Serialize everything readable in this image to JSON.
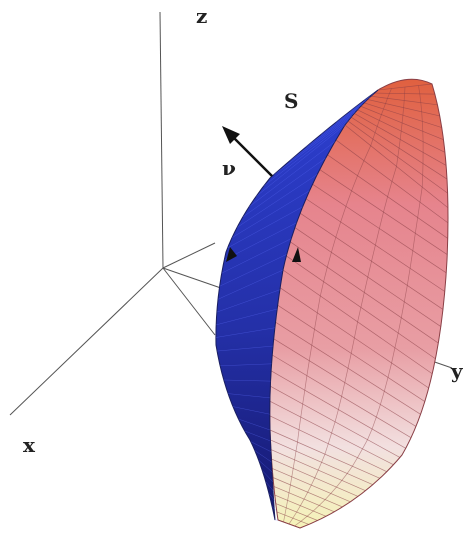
{
  "labels": {
    "z": "z",
    "x": "x",
    "y": "y",
    "surface": "S",
    "normal": "ν"
  },
  "colors": {
    "axis": "#555555",
    "normal_arrow": "#111111",
    "band_front": "#2d3fd0",
    "band_dark": "#15186e",
    "surface_top": "#e0603f",
    "surface_mid": "#e89ea4",
    "surface_light": "#f2e0e0",
    "surface_bottom": "#f5f3b8",
    "mesh_line": "#8a3f46"
  },
  "icons": {
    "normal": "arrow-icon",
    "orientation": "orientation-arrow-icon"
  }
}
